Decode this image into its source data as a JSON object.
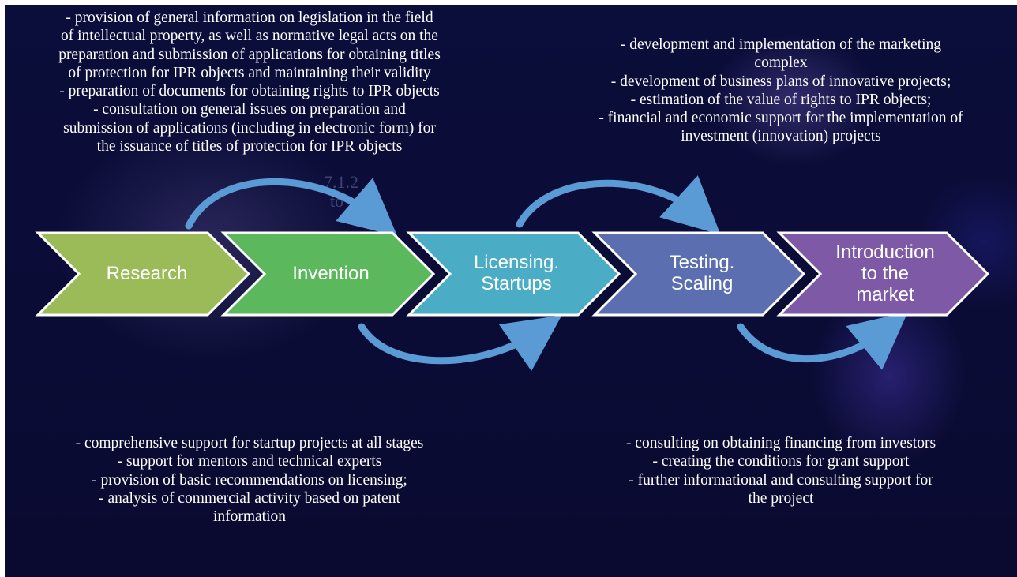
{
  "colors": {
    "background": "#0b0c36",
    "research": "#9bbb59",
    "invention": "#5cb85c",
    "licensing": "#4bacc6",
    "testing": "#5b6fb0",
    "introduction": "#7e5aa6",
    "arrow": "#5b9bd5"
  },
  "stages": [
    {
      "line1": "Research"
    },
    {
      "line1": "Invention"
    },
    {
      "line1": "Licensing.",
      "line2": "Startups"
    },
    {
      "line1": "Testing.",
      "line2": "Scaling"
    },
    {
      "line1": "Introduction",
      "line2": "to the",
      "line3": "market"
    }
  ],
  "notes": {
    "top_left": [
      "- provision of general information on legislation in the field",
      "of intellectual property, as well as normative legal acts on the",
      "preparation and submission of applications for obtaining titles",
      "of protection for IPR objects and maintaining their validity",
      "- preparation of documents for obtaining rights to IPR objects",
      "- consultation on general issues on preparation and",
      "submission of applications (including in electronic form) for",
      "the issuance of titles of protection for IPR objects"
    ],
    "top_right": [
      "- development and implementation of the marketing",
      "complex",
      "- development of business plans of innovative projects;",
      "- estimation of the value of rights to IPR objects;",
      "- financial and economic support for the implementation of",
      "investment (innovation) projects"
    ],
    "bottom_left": [
      "- comprehensive support for startup projects at all stages",
      "- support for mentors and technical experts",
      "- provision of basic recommendations on licensing;",
      "- analysis of commercial activity based on patent",
      "information"
    ],
    "bottom_right": [
      "- consulting on obtaining financing from investors",
      "- creating the conditions for grant support",
      "- further informational and consulting support for",
      "the project"
    ]
  },
  "ghost_text": [
    "7.1.2",
    "to"
  ]
}
